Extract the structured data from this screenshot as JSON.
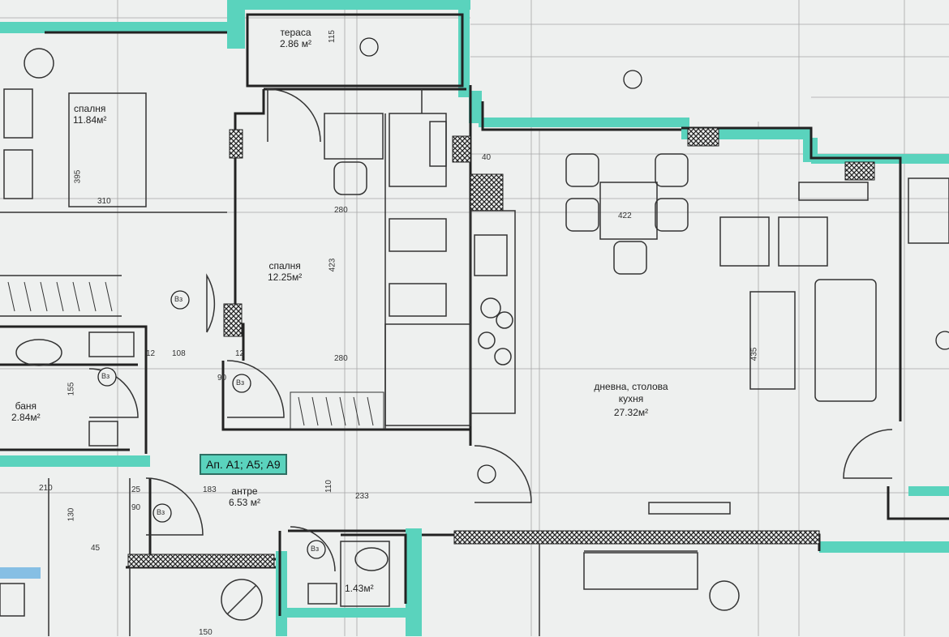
{
  "unit_label": "Ап. А1; А5; А9",
  "rooms": {
    "bedroom_left": {
      "name": "спалня",
      "area": "11.84м²"
    },
    "bedroom_mid": {
      "name": "спалня",
      "area": "12.25м²"
    },
    "living": {
      "name": "дневна, столова кухня",
      "area": "27.32м²"
    },
    "terrace": {
      "name": "тераса",
      "area": "2.86 м²"
    },
    "bath": {
      "name": "баня",
      "area": "2.84м²"
    },
    "entry": {
      "name": "антре",
      "area": "6.53 м²"
    },
    "wc": {
      "name": "",
      "area": "1.43м²"
    }
  },
  "dimensions": {
    "d310": "310",
    "d395": "395",
    "d12a": "12",
    "d108": "108",
    "d12b": "12",
    "d155": "155",
    "d280a": "280",
    "d280b": "280",
    "d423": "423",
    "d422": "422",
    "d435": "435",
    "d210": "210",
    "d183": "183",
    "d233": "233",
    "d110": "110",
    "d150": "150",
    "d25": "25",
    "d90a": "90",
    "d90b": "90",
    "d45": "45",
    "d40": "40",
    "d130": "130",
    "d115": "115"
  },
  "door_tags": [
    "Вз",
    "Вз",
    "Вз",
    "Вз",
    "Вз"
  ],
  "colors": {
    "wall": "#222222",
    "accent": "#5ad3bd",
    "hatch": "#333333",
    "paper": "#eef0ef"
  }
}
